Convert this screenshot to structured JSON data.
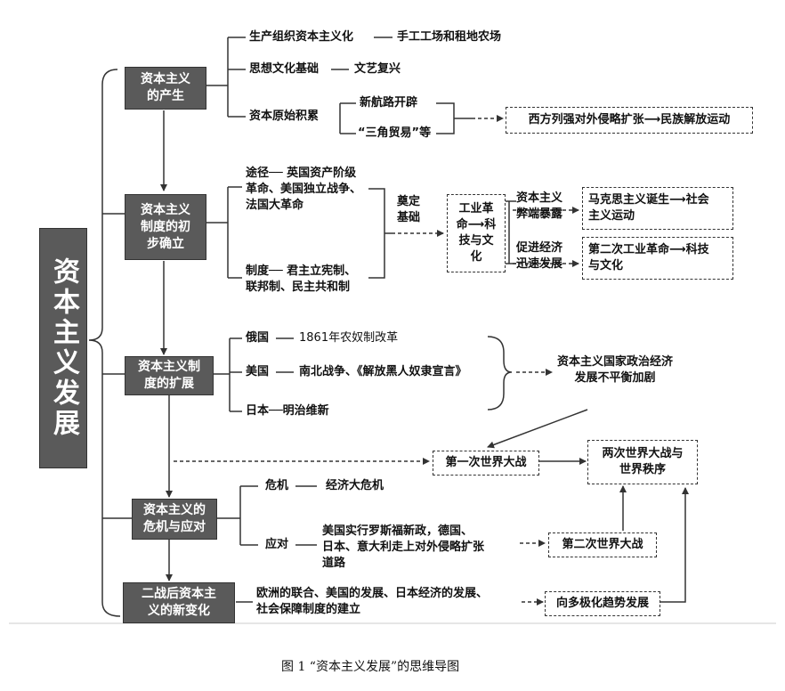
{
  "title": "资本主义发展",
  "nodes": {
    "chan_sheng": "资本主义\n的产生",
    "chu_bu": "资本主义\n制度的初\n步确立",
    "kuo_zhan": "资本主义制\n度的扩展",
    "wei_ji": "资本主义的\n危机与应对",
    "zhan_hou": "二战后资本主\n义的新变化"
  },
  "branch1": {
    "sheng_chan": "生产组织资本主义化",
    "sheng_chan_val": "手工工场和租地农场",
    "si_xiang": "思想文化基础",
    "si_xiang_val": "文艺复兴",
    "yuan_shi": "资本原始积累",
    "hang_lu": "新航路开辟",
    "san_jiao": "“三角贸易”等",
    "xi_fang": "西方列强对外侵略扩张⟶民族解放运动"
  },
  "branch2": {
    "tu_jing": "途径── 英国资产阶级\n革命、美国独立战争、\n法国大革命",
    "zhi_du": "制度── 君主立宪制、\n联邦制、民主共和制",
    "dian_ding": "奠定\n基础",
    "gong_ye": "工业革\n命⟶科\n技与文\n化",
    "bi_duan": "资本主义\n弊端暴露",
    "cu_jin": "促进经济\n迅速发展",
    "ma_ke_si": "马克思主义诞生⟶社会\n主义运动",
    "di_er_ci": "第二次工业革命⟶科技\n与文化"
  },
  "branch3": {
    "e_guo": "俄国",
    "e_guo_val": "1861年农奴制改革",
    "mei_guo": "美国",
    "mei_guo_val": "南北战争、《解放黑人奴隶宣言》",
    "ri_ben": "日本──明治维新",
    "bu_ping_heng": "资本主义国家政治经济\n发展不平衡加剧"
  },
  "branch4": {
    "wei_ji": "危机",
    "wei_ji_val": "经济大危机",
    "ying_dui": "应对",
    "ying_dui_val": "美国实行罗斯福新政，德国、\n日本、意大利走上对外侵略扩张\n道路",
    "yi_zhan": "第一次世界大战",
    "er_zhan": "第二次世界大战",
    "liang_ci": "两次世界大战与\n世界秩序"
  },
  "branch5": {
    "ou_zhou": "欧洲的联合、美国的发展、日本经济的发展、\n社会保障制度的建立",
    "duo_ji_hua": "向多极化趋势发展"
  },
  "caption": "图 1 “资本主义发展”的思维导图"
}
